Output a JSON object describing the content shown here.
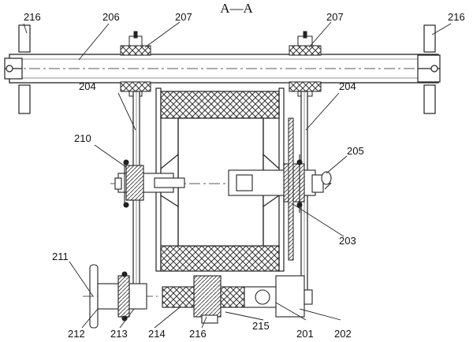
{
  "section_title": "A—A",
  "callouts": {
    "c216_left": "216",
    "c206": "206",
    "c207_left": "207",
    "c207_right": "207",
    "c216_right": "216",
    "c204_left": "204",
    "c204_right": "204",
    "c210": "210",
    "c205": "205",
    "c203": "203",
    "c211": "211",
    "c212": "212",
    "c213": "213",
    "c214": "214",
    "c216_bottom": "216",
    "c215": "215",
    "c201": "201",
    "c202": "202"
  }
}
